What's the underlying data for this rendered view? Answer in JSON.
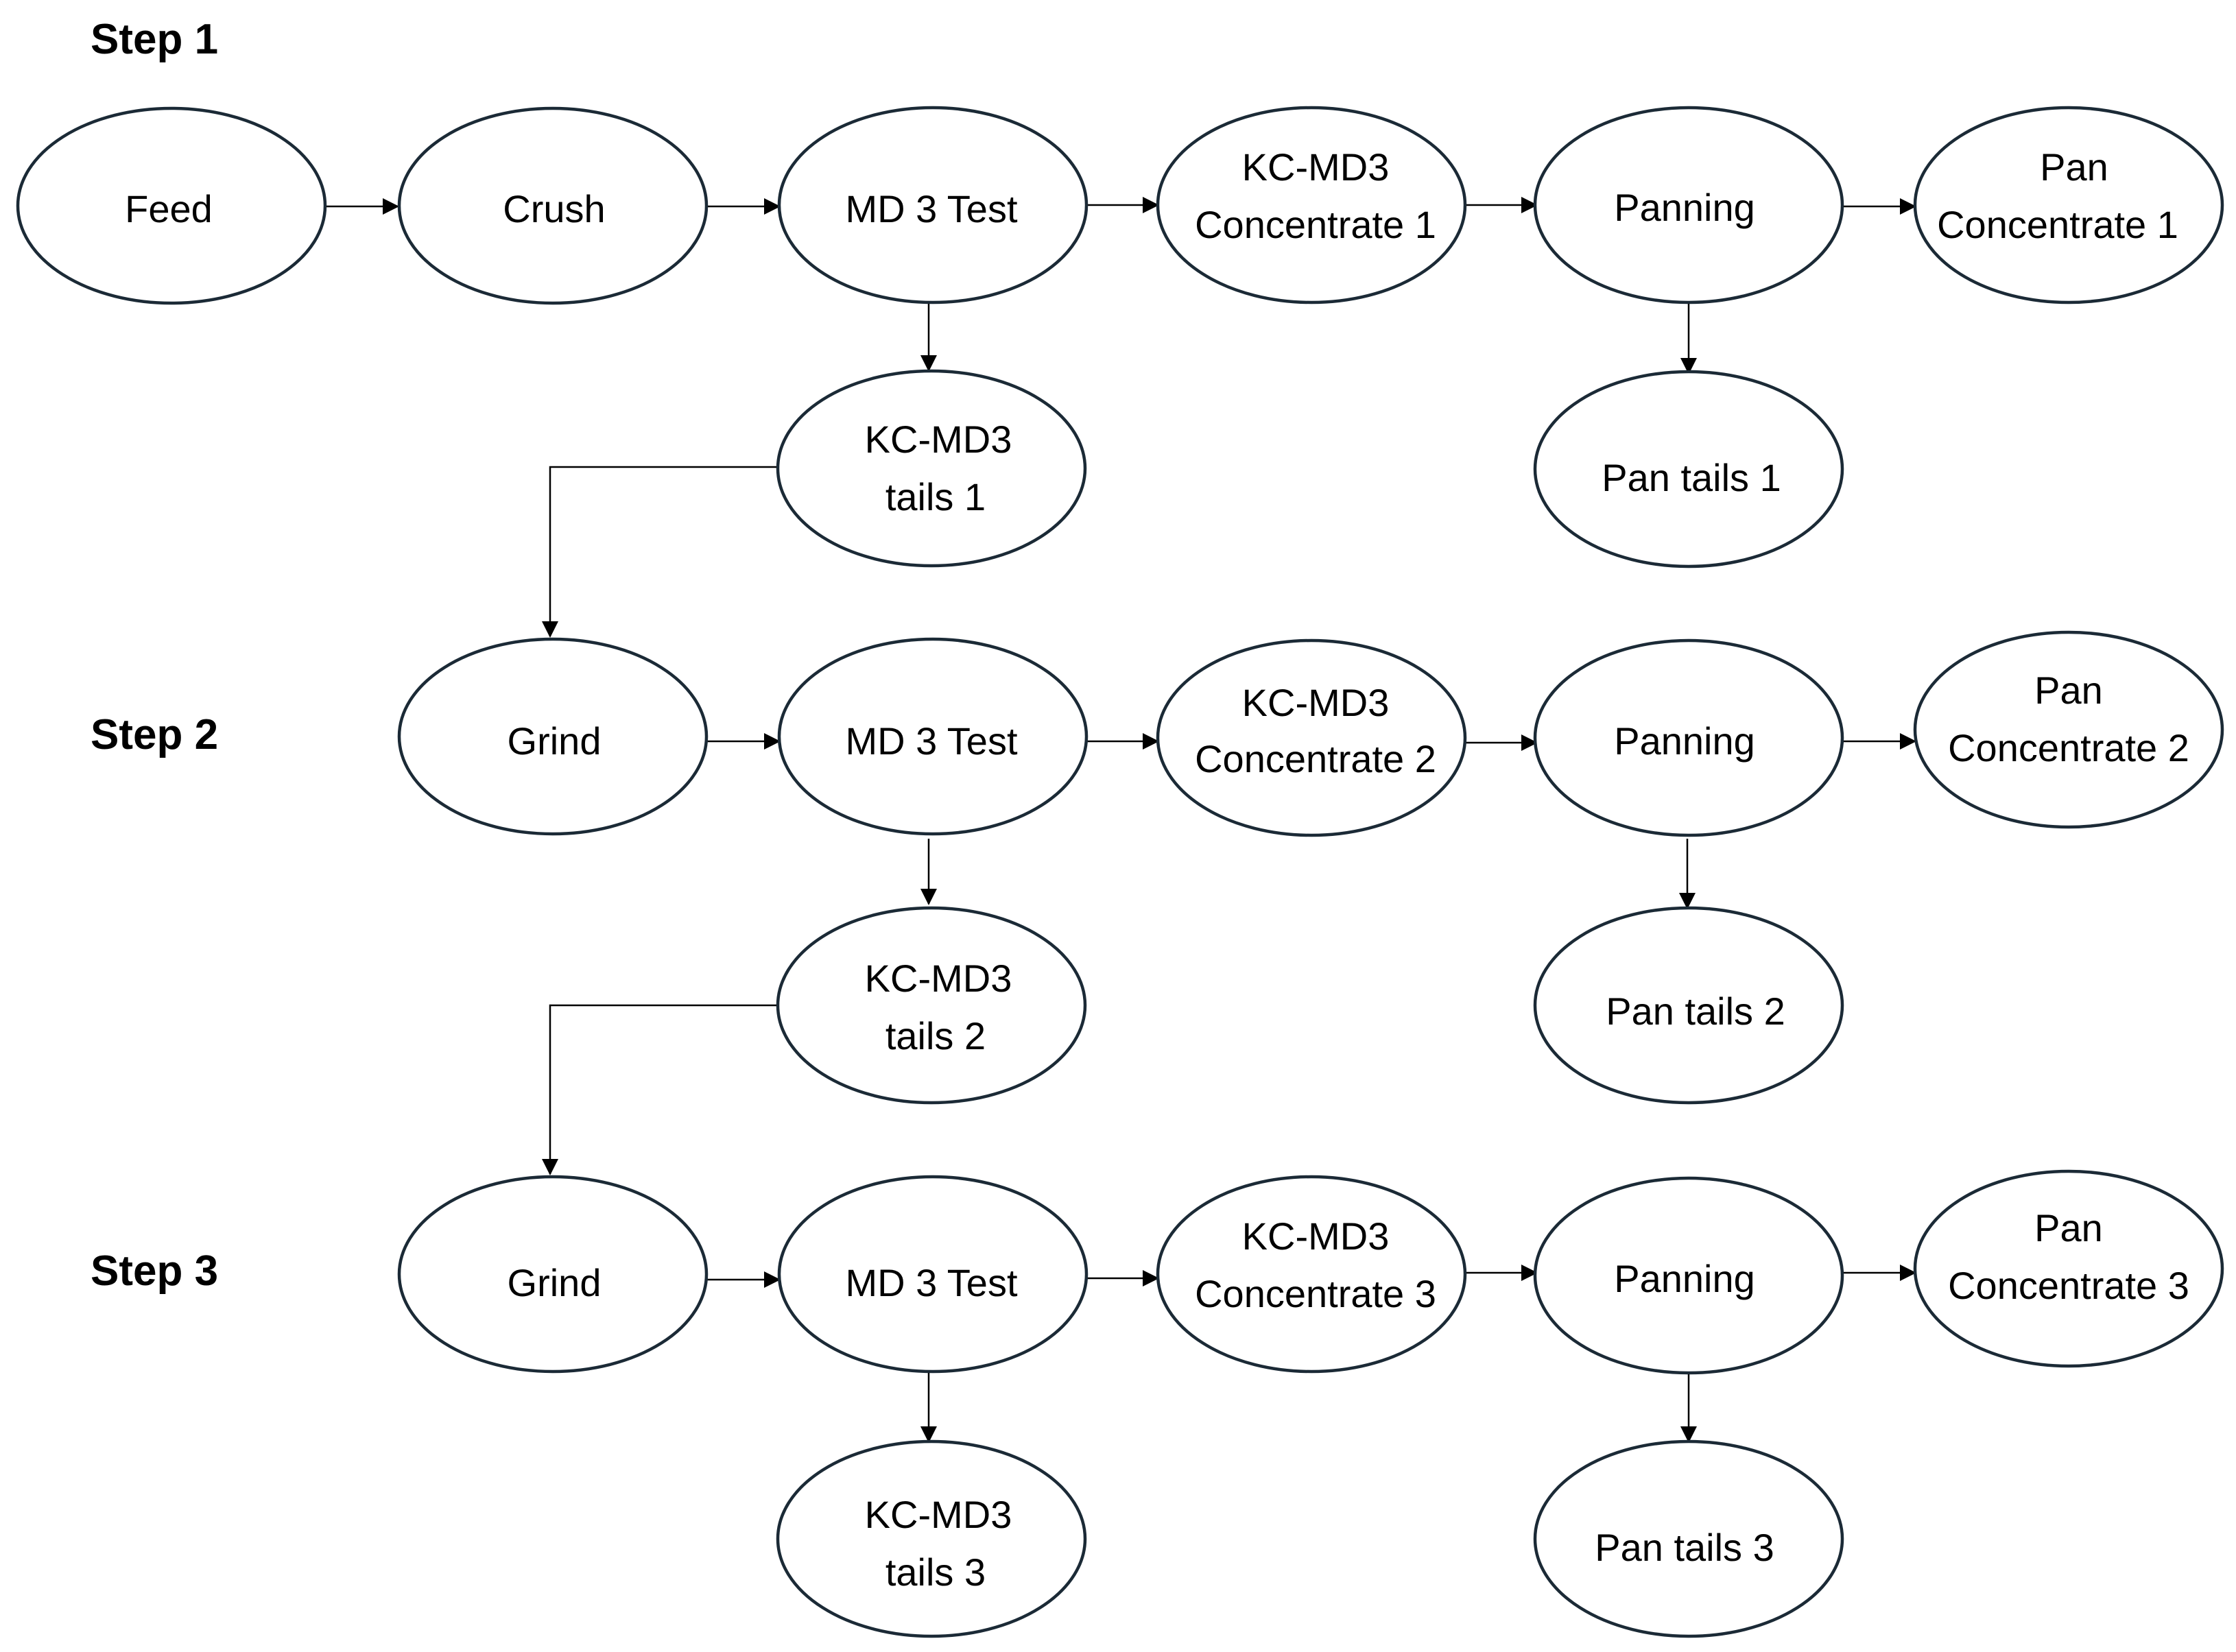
{
  "steps": {
    "step1": "Step 1",
    "step2": "Step 2",
    "step3": "Step 3"
  },
  "nodes": {
    "feed": "Feed",
    "crush": "Crush",
    "md3_1": "MD 3 Test",
    "kc_conc_1": [
      "KC-MD3",
      "Concentrate 1"
    ],
    "panning_1": "Panning",
    "pan_conc_1": [
      "Pan",
      "Concentrate 1"
    ],
    "kc_tails_1": [
      "KC-MD3",
      "tails 1"
    ],
    "pan_tails_1": "Pan tails 1",
    "grind_2": "Grind",
    "md3_2": "MD 3 Test",
    "kc_conc_2": [
      "KC-MD3",
      "Concentrate 2"
    ],
    "panning_2": "Panning",
    "pan_conc_2": [
      "Pan",
      "Concentrate 2"
    ],
    "kc_tails_2": [
      "KC-MD3",
      "tails 2"
    ],
    "pan_tails_2": "Pan tails 2",
    "grind_3": "Grind",
    "md3_3": "MD 3 Test",
    "kc_conc_3": [
      "KC-MD3",
      "Concentrate 3"
    ],
    "panning_3": "Panning",
    "pan_conc_3": [
      "Pan",
      "Concentrate 3"
    ],
    "kc_tails_3": [
      "KC-MD3",
      "tails 3"
    ],
    "pan_tails_3": "Pan tails 3"
  },
  "edges": [
    {
      "from": "feed",
      "to": "crush"
    },
    {
      "from": "crush",
      "to": "md3_1"
    },
    {
      "from": "md3_1",
      "to": "kc_conc_1"
    },
    {
      "from": "kc_conc_1",
      "to": "panning_1"
    },
    {
      "from": "panning_1",
      "to": "pan_conc_1"
    },
    {
      "from": "md3_1",
      "to": "kc_tails_1"
    },
    {
      "from": "panning_1",
      "to": "pan_tails_1"
    },
    {
      "from": "kc_tails_1",
      "to": "grind_2"
    },
    {
      "from": "grind_2",
      "to": "md3_2"
    },
    {
      "from": "md3_2",
      "to": "kc_conc_2"
    },
    {
      "from": "kc_conc_2",
      "to": "panning_2"
    },
    {
      "from": "panning_2",
      "to": "pan_conc_2"
    },
    {
      "from": "md3_2",
      "to": "kc_tails_2"
    },
    {
      "from": "panning_2",
      "to": "pan_tails_2"
    },
    {
      "from": "kc_tails_2",
      "to": "grind_3"
    },
    {
      "from": "grind_3",
      "to": "md3_3"
    },
    {
      "from": "md3_3",
      "to": "kc_conc_3"
    },
    {
      "from": "kc_conc_3",
      "to": "panning_3"
    },
    {
      "from": "panning_3",
      "to": "pan_conc_3"
    },
    {
      "from": "md3_3",
      "to": "kc_tails_3"
    },
    {
      "from": "panning_3",
      "to": "pan_tails_3"
    }
  ]
}
